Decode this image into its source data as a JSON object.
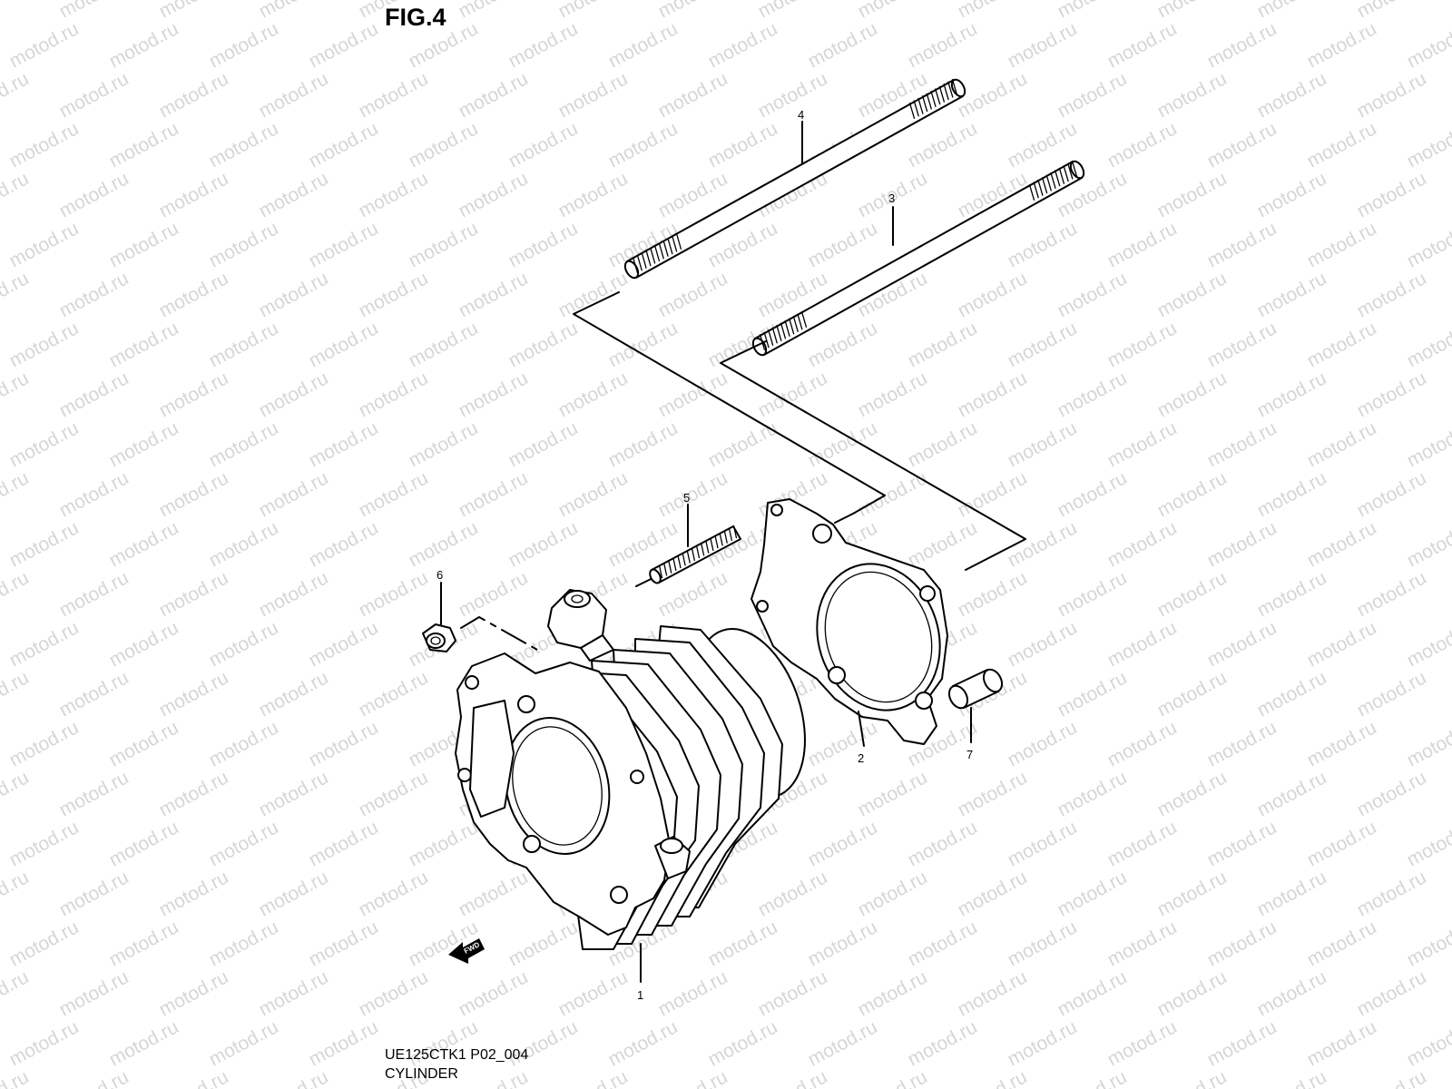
{
  "figure": {
    "title": "FIG.4",
    "code": "UE125CTK1 P02_004",
    "caption": "CYLINDER"
  },
  "watermark": {
    "text": "motod.ru",
    "color": "#d6d6d6"
  },
  "fwd_label": "FWD",
  "callouts": [
    "1",
    "2",
    "3",
    "4",
    "5",
    "6",
    "7"
  ]
}
